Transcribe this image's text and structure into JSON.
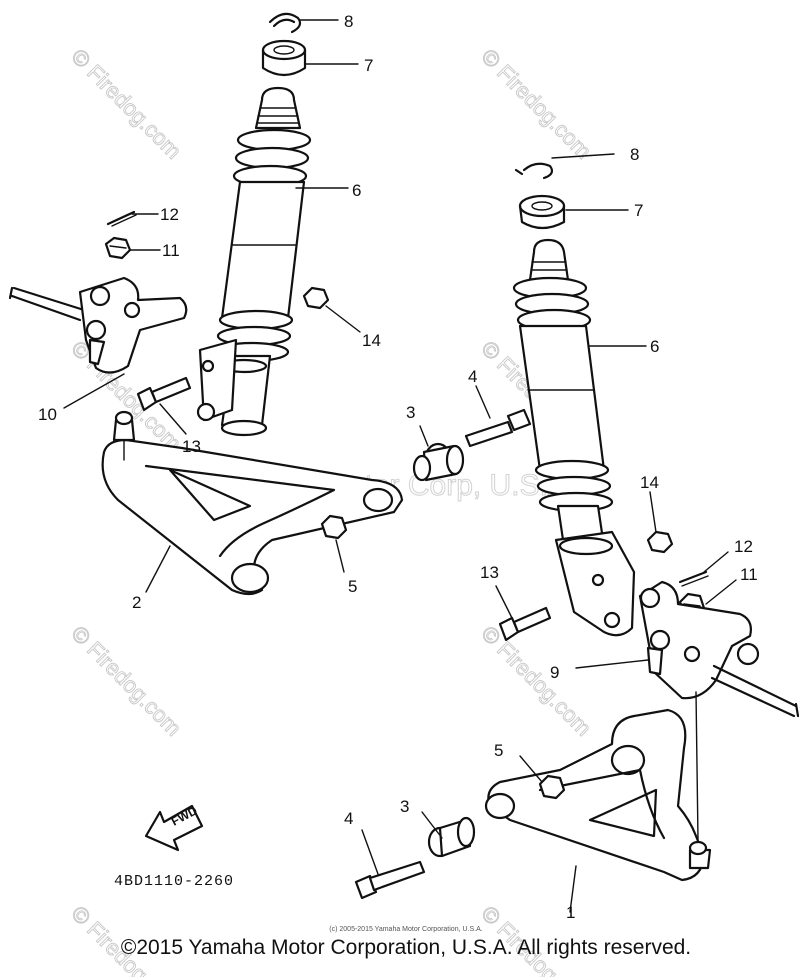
{
  "callouts": {
    "c1": "1",
    "c2": "2",
    "c3a": "3",
    "c3b": "3",
    "c4a": "4",
    "c4b": "4",
    "c5a": "5",
    "c5b": "5",
    "c6a": "6",
    "c6b": "6",
    "c7a": "7",
    "c7b": "7",
    "c8a": "8",
    "c8b": "8",
    "c9": "9",
    "c10": "10",
    "c11a": "11",
    "c11b": "11",
    "c12a": "12",
    "c12b": "12",
    "c13a": "13",
    "c13b": "13",
    "c14a": "14",
    "c14b": "14"
  },
  "diagram_code": "4BD1110-2260",
  "fwd_label": "FWD",
  "watermark": {
    "firedog": "© Firedog.com",
    "corp_overlay": "Yamaha Motor Corp, U.S.A.",
    "small_copyright": "(c) 2005-2015 Yamaha Motor Corporation, U.S.A."
  },
  "footer": "©2015 Yamaha Motor Corporation, U.S.A. All rights reserved."
}
